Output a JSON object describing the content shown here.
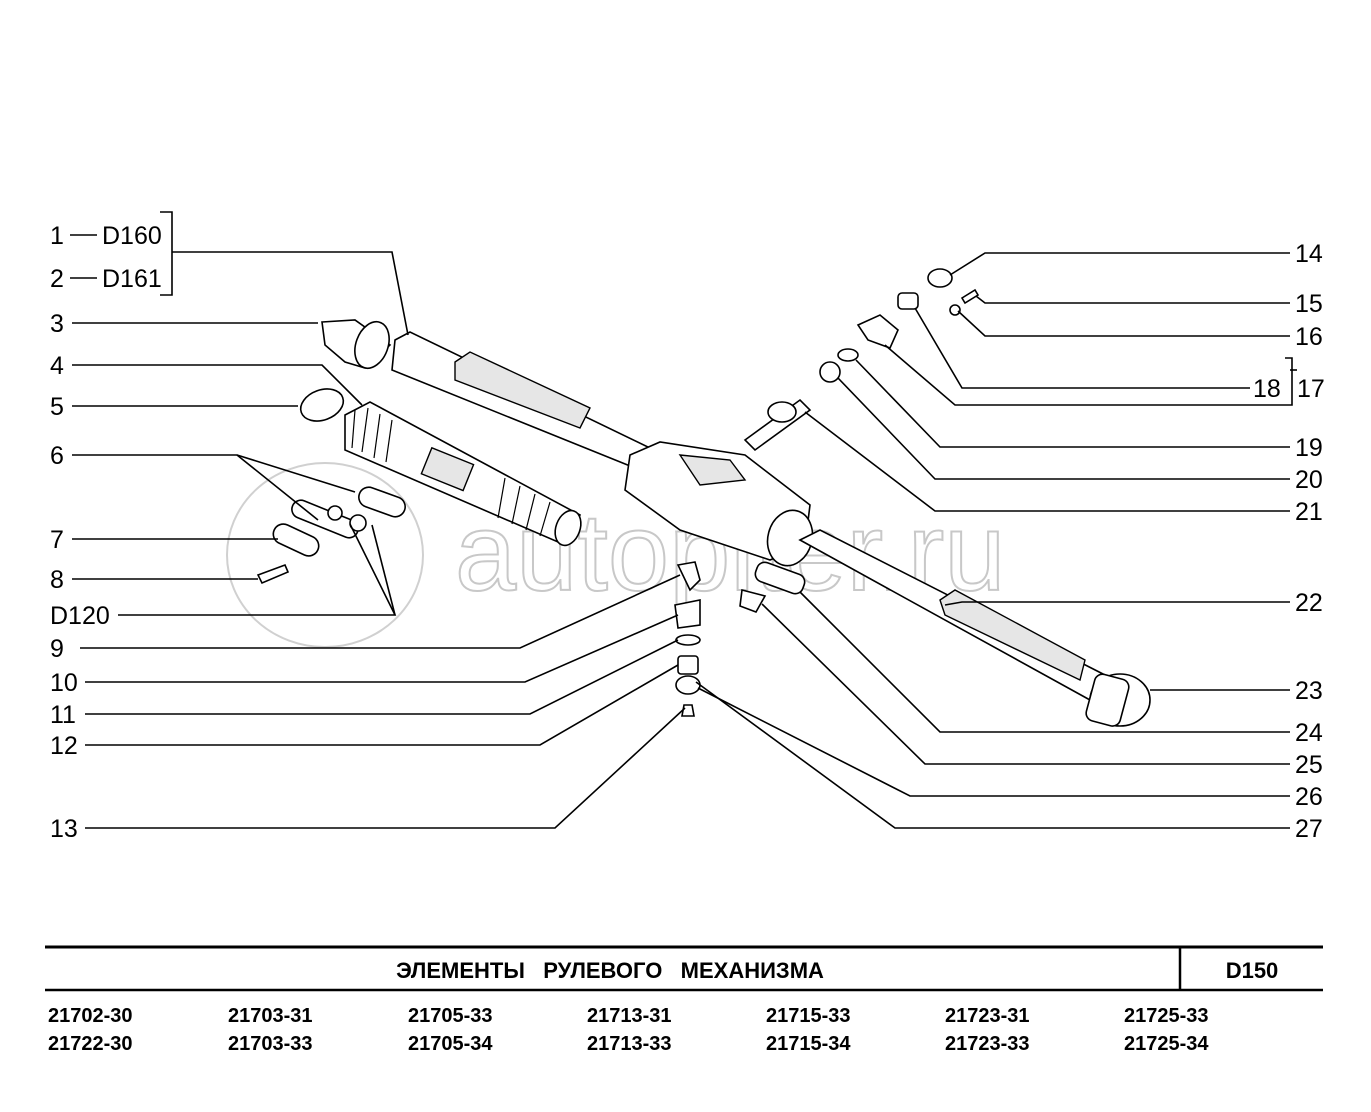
{
  "watermark": "autopiter.ru",
  "callouts_left": {
    "c1": "1",
    "c1_ref": "D160",
    "c2": "2",
    "c2_ref": "D161",
    "c3": "3",
    "c4": "4",
    "c5": "5",
    "c6": "6",
    "c7": "7",
    "c8": "8",
    "cD120": "D120",
    "c9": "9",
    "c10": "10",
    "c11": "11",
    "c12": "12",
    "c13": "13"
  },
  "callouts_right": {
    "c14": "14",
    "c15": "15",
    "c16": "16",
    "c18": "18",
    "c17": "17",
    "c19": "19",
    "c20": "20",
    "c21": "21",
    "c22": "22",
    "c23": "23",
    "c24": "24",
    "c25": "25",
    "c26": "26",
    "c27": "27"
  },
  "title_block": {
    "title": "ЭЛЕМЕНТЫ   РУЛЕВОГО   МЕХАНИЗМА",
    "code": "D150"
  },
  "models": [
    [
      "21702-30",
      "21722-30"
    ],
    [
      "21703-31",
      "21703-33"
    ],
    [
      "21705-33",
      "21705-34"
    ],
    [
      "21713-31",
      "21713-33"
    ],
    [
      "21715-33",
      "21715-34"
    ],
    [
      "21723-31",
      "21723-33"
    ],
    [
      "21725-33",
      "21725-34"
    ]
  ]
}
